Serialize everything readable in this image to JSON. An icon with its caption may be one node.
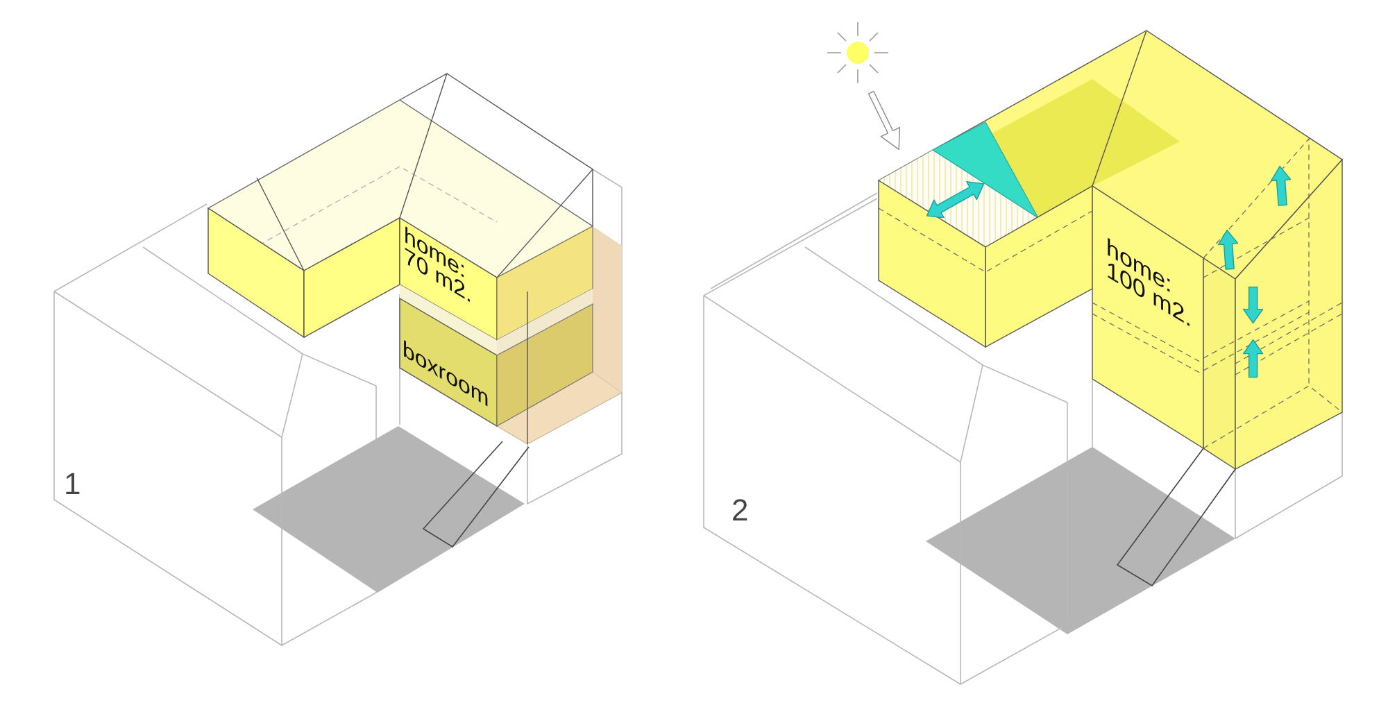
{
  "diagram": {
    "labels": [
      "home: 70 m2.",
      "boxroom",
      "1",
      "home: 100 m2.",
      "2"
    ]
  }
}
